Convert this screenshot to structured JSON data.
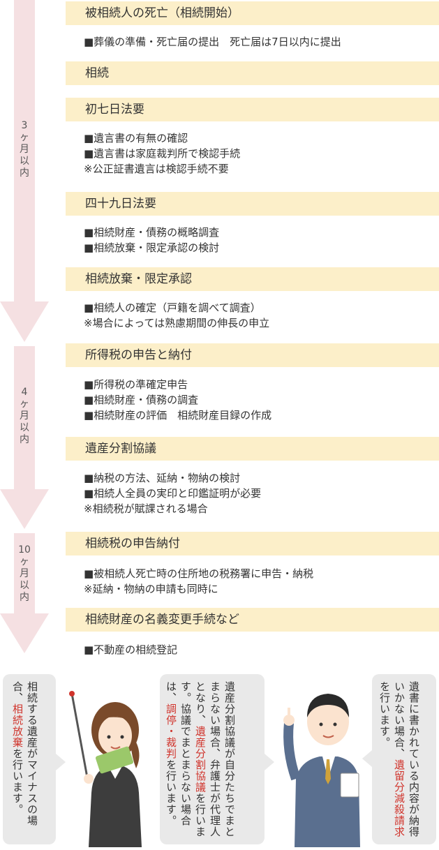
{
  "periods": [
    {
      "label": [
        "3",
        "ヶ",
        "月",
        "以",
        "内"
      ]
    },
    {
      "label": [
        "4",
        "ヶ",
        "月",
        "以",
        "内"
      ]
    },
    {
      "label": [
        "10",
        "ヶ",
        "月",
        "以",
        "内"
      ]
    }
  ],
  "steps": [
    {
      "title": "被相続人の死亡（相続開始）",
      "items": [
        "■葬儀の準備・死亡届の提出　死亡届は7日以内に提出"
      ]
    },
    {
      "title": "相続",
      "items": []
    },
    {
      "title": "初七日法要",
      "items": [
        "■遺言書の有無の確認",
        "■遺言書は家庭裁判所で検認手続",
        "※公正証書遺言は検認手続不要"
      ]
    },
    {
      "title": "四十九日法要",
      "items": [
        "■相続財産・債務の概略調査",
        "■相続放棄・限定承認の検討"
      ]
    },
    {
      "title": "相続放棄・限定承認",
      "items": [
        "■相続人の確定（戸籍を調べて調査）",
        "※場合によっては熟慮期間の伸長の申立"
      ]
    },
    {
      "title": "所得税の申告と納付",
      "items": [
        "■所得税の準確定申告",
        "■相続財産・債務の調査",
        "■相続財産の評価　相続財産目録の作成"
      ]
    },
    {
      "title": "遺産分割協議",
      "items": [
        "■納税の方法、延納・物納の検討",
        "■相続人全員の実印と印鑑証明が必要",
        "※相続税が賦課される場合"
      ]
    },
    {
      "title": "相続税の申告納付",
      "items": [
        "■被相続人死亡時の住所地の税務署に申告・納税",
        "※延納・物納の申請も同時に"
      ]
    },
    {
      "title": "相続財産の名義変更手続など",
      "items": [
        "■不動産の相続登記"
      ]
    }
  ],
  "bubbles": {
    "left": {
      "parts": [
        {
          "t": "相続する遺産がマイナスの場合、",
          "red": false
        },
        {
          "t": "相続放棄",
          "red": true
        },
        {
          "t": "を行います。",
          "red": false
        }
      ]
    },
    "middle": {
      "parts": [
        {
          "t": "遺産分割協議が自分たちでまとまらない場合、弁護士が代理人となり、",
          "red": false
        },
        {
          "t": "遺産分割協議",
          "red": true
        },
        {
          "t": "を行います。協議でまとまらない場合は、",
          "red": false
        },
        {
          "t": "調停・裁判",
          "red": true
        },
        {
          "t": "を行います。",
          "red": false
        }
      ]
    },
    "right": {
      "parts": [
        {
          "t": "遺書に書かれている内容が納得いかない場合、",
          "red": false
        },
        {
          "t": "遺留分減殺請求",
          "red": true
        },
        {
          "t": "を行います。",
          "red": false
        }
      ]
    }
  },
  "colors": {
    "arrow": "#f5e0e2",
    "bar": "#fcefc9",
    "highlight": "#d0342c",
    "bubble": "#e9e9e9"
  }
}
